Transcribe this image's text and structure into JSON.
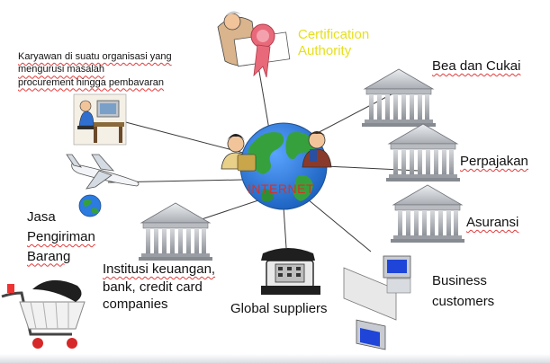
{
  "center": {
    "label": "INTERNET"
  },
  "nodes": {
    "certification": {
      "line1": "Certification",
      "line2": "Authority"
    },
    "employee": {
      "line1": "Karyawan di suatu organisasi yang",
      "line2": "mengurusi masalah",
      "line3": "procurement hingga pembavaran"
    },
    "customs": {
      "label": "Bea dan Cukai"
    },
    "tax": {
      "label": "Perpajakan"
    },
    "insurance": {
      "label": "Asuransi"
    },
    "shipping": {
      "line1": "Jasa",
      "line2": "Pengiriman",
      "line3": "Barang"
    },
    "finance": {
      "line1": "Institusi keuangan,",
      "line2": "bank, credit card",
      "line3": "companies"
    },
    "suppliers": {
      "label": "Global suppliers"
    },
    "business": {
      "line1": "Business",
      "line2": "customers"
    }
  },
  "colors": {
    "ocean": "#2b7be0",
    "land": "#36a13c",
    "certification_text": "#e6df1e",
    "internet_text": "#d93025",
    "spellcheck": "#e23b3b",
    "building": "#a4a7ad"
  },
  "icons": [
    "globe-icon",
    "person-icon",
    "certificate-ribbon-icon",
    "building-icon",
    "airplane-icon",
    "telephone-icon",
    "computer-icon",
    "shopping-cart-icon"
  ]
}
